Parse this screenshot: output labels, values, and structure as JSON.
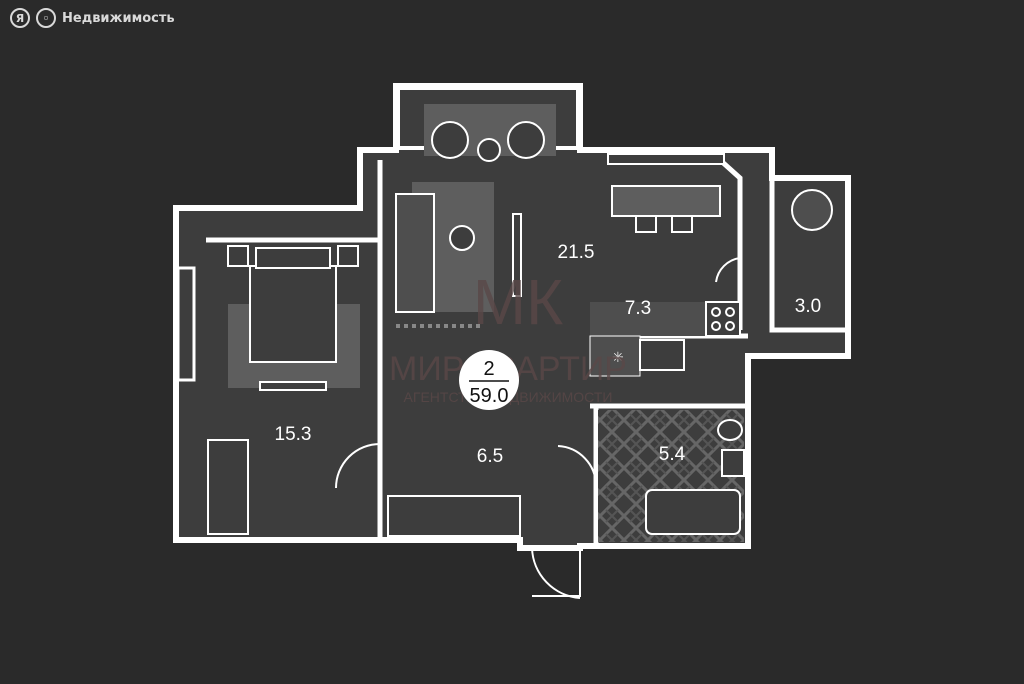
{
  "brand": {
    "badge_icon": "yandex-y-icon",
    "search_glyph": "Я",
    "name": "Недвижимость"
  },
  "colors": {
    "background": "#2a2a2a",
    "wall": "#ffffff",
    "room": "#3d3d3d",
    "furniture": "#5e5e5e",
    "watermark_accent": "#7a2e35"
  },
  "watermark": {
    "title": "МИР КВАРТИР",
    "subtitle": "АГЕНТСТВО НЕДВИЖИМОСТИ",
    "logo": "МК"
  },
  "summary": {
    "rooms": "2",
    "total_area": "59.0"
  },
  "rooms": [
    {
      "id": "living",
      "area": "21.5"
    },
    {
      "id": "kitchen",
      "area": "7.3"
    },
    {
      "id": "balcony",
      "area": "3.0"
    },
    {
      "id": "bedroom",
      "area": "15.3"
    },
    {
      "id": "hall",
      "area": "6.5"
    },
    {
      "id": "bathroom",
      "area": "5.4"
    }
  ]
}
